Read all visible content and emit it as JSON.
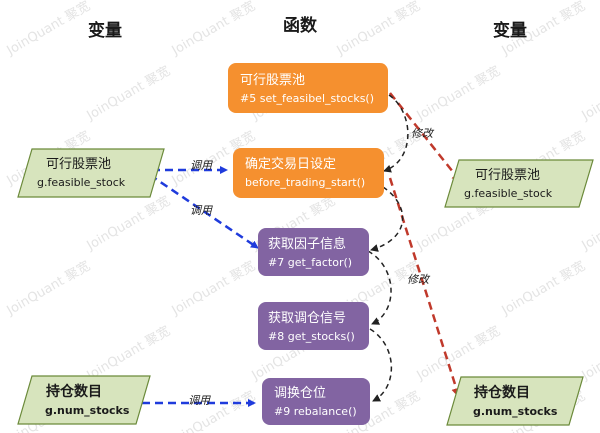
{
  "headers": {
    "variables_left": "变量",
    "functions": "函数",
    "variables_right": "变量"
  },
  "functions": [
    {
      "id": "set_feasible",
      "title": "可行股票池",
      "subtitle": "#5 set_feasibel_stocks()",
      "color": "#f5902f"
    },
    {
      "id": "before_trading",
      "title": "确定交易日设定",
      "subtitle": "before_trading_start()",
      "color": "#f5902f"
    },
    {
      "id": "get_factor",
      "title": "获取因子信息",
      "subtitle": "#7  get_factor()",
      "color": "#8264a2"
    },
    {
      "id": "get_stocks",
      "title": "获取调仓信号",
      "subtitle": "#8  get_stocks()",
      "color": "#8264a2"
    },
    {
      "id": "rebalance",
      "title": "调换仓位",
      "subtitle": "#9  rebalance()",
      "color": "#8264a2"
    }
  ],
  "variables": [
    {
      "id": "left_feasible",
      "title": "可行股票池",
      "subtitle": "g.feasible_stock"
    },
    {
      "id": "left_num",
      "title": "持仓数目",
      "subtitle": "g.num_stocks"
    },
    {
      "id": "right_feasible",
      "title": "可行股票池",
      "subtitle": "g.feasible_stock"
    },
    {
      "id": "right_num",
      "title": "持仓数目",
      "subtitle": "g.num_stocks"
    }
  ],
  "edge_labels": {
    "call_1": "调用",
    "call_2": "调用",
    "call_3": "调用",
    "modify_1": "修改",
    "modify_2": "修改"
  },
  "watermark": "JoinQuant 聚宽",
  "colors": {
    "orange": "#f5902f",
    "purple": "#8264a2",
    "variable_fill": "#d7e4bd",
    "variable_stroke": "#6b8a3a",
    "call_arrow": "#1f3bdc",
    "modify_arrow": "#c0392b",
    "flow_arrow": "#222222"
  }
}
